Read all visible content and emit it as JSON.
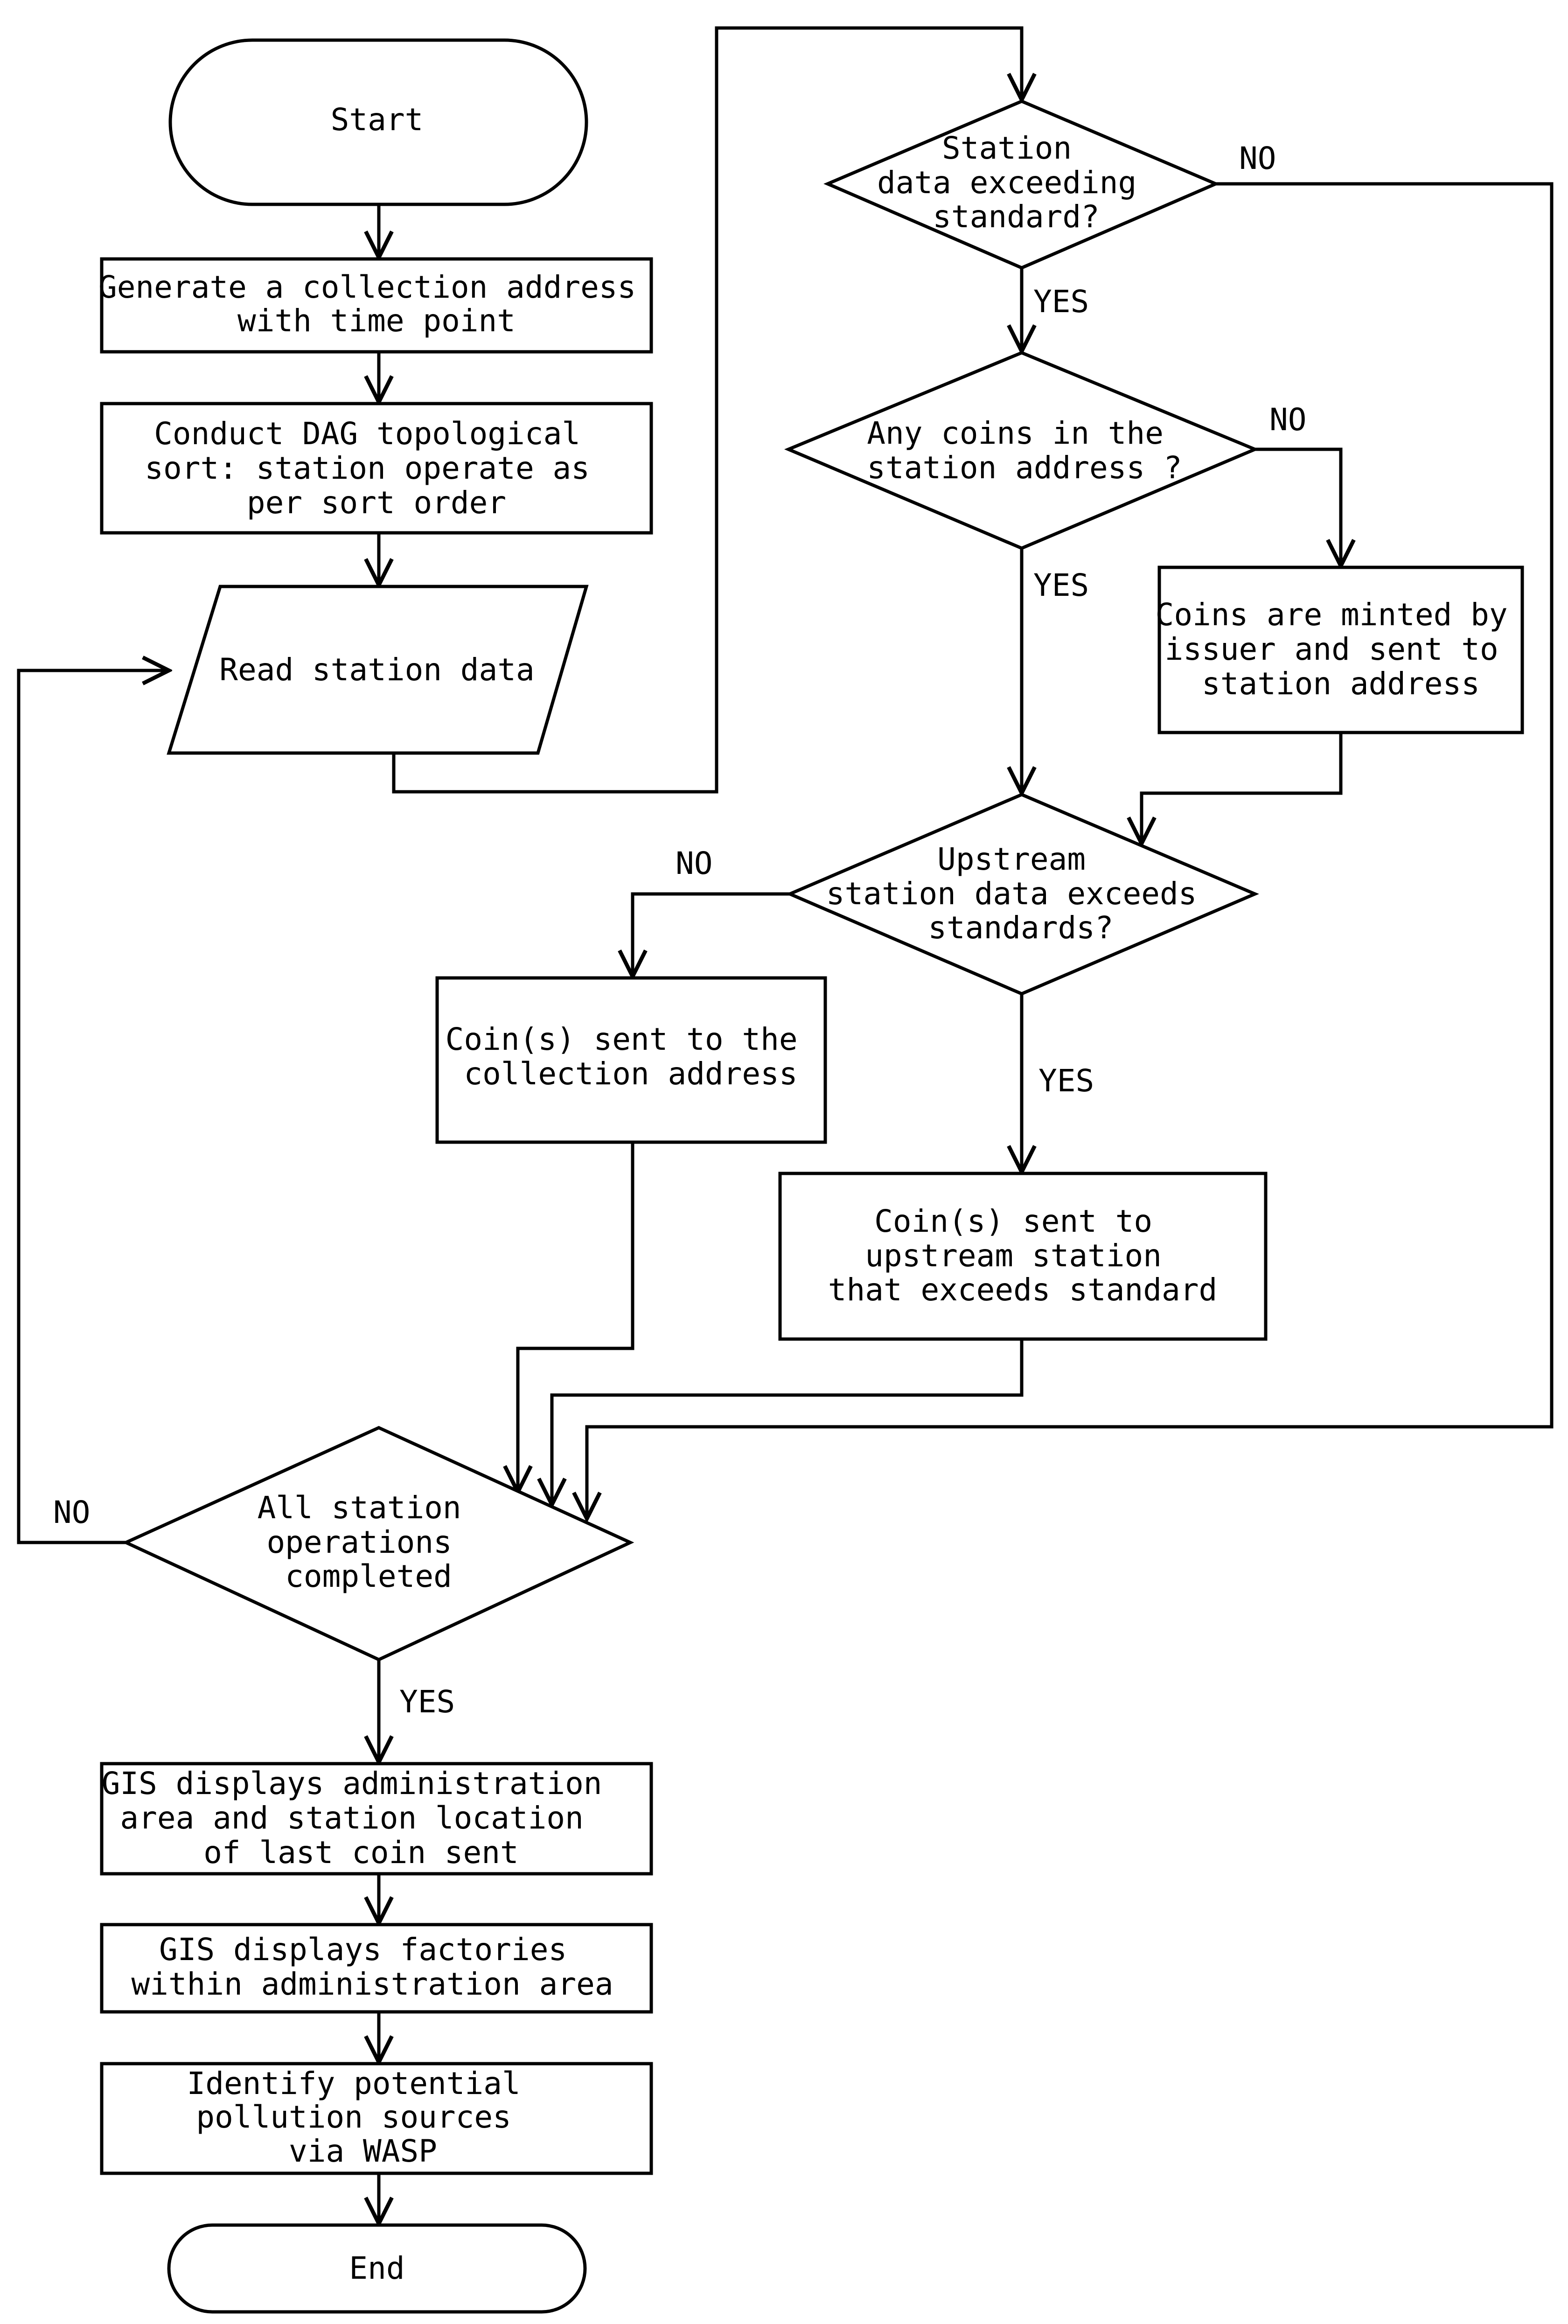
{
  "diagram": {
    "nodes": {
      "start": {
        "lines": [
          "Start"
        ]
      },
      "gen": {
        "lines": [
          "Generate a collection address",
          "with time point"
        ]
      },
      "dag": {
        "lines": [
          "Conduct DAG topological",
          "sort: station operate as",
          "per sort order"
        ]
      },
      "read": {
        "lines": [
          "Read station data"
        ]
      },
      "d1": {
        "lines": [
          "Station",
          "data exceeding",
          "standard?"
        ]
      },
      "d2": {
        "lines": [
          "Any coins in the",
          "station address ?"
        ]
      },
      "mint": {
        "lines": [
          "Coins are minted by",
          "issuer and sent to",
          "station address"
        ]
      },
      "d3": {
        "lines": [
          "Upstream",
          "station data exceeds",
          "standards?"
        ]
      },
      "coll": {
        "lines": [
          "Coin(s) sent to the",
          "collection address"
        ]
      },
      "up": {
        "lines": [
          "Coin(s) sent to",
          "upstream station",
          "that exceeds standard"
        ]
      },
      "d4": {
        "lines": [
          "All station",
          "operations",
          "completed"
        ]
      },
      "gis1": {
        "lines": [
          "GIS displays administration",
          "area and station location",
          "of last coin sent"
        ]
      },
      "gis2": {
        "lines": [
          "GIS displays factories",
          "within administration area"
        ]
      },
      "wasp": {
        "lines": [
          "Identify potential",
          "pollution sources",
          "via WASP"
        ]
      },
      "end": {
        "lines": [
          "End"
        ]
      }
    },
    "edge_labels": {
      "d1_no": "NO",
      "d1_yes": "YES",
      "d2_no": "NO",
      "d2_yes": "YES",
      "d3_no": "NO",
      "d3_yes": "YES",
      "d4_no": "NO",
      "d4_yes": "YES"
    }
  }
}
